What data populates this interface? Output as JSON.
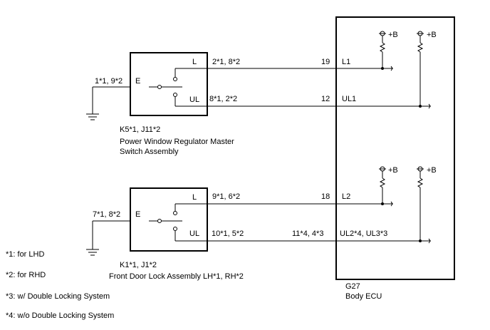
{
  "switch1": {
    "pin_l": "L",
    "pin_e": "E",
    "pin_ul": "UL",
    "wire_l": "2*1, 8*2",
    "wire_ul": "8*1, 2*2",
    "wire_e": "1*1, 9*2",
    "code": "K5*1, J11*2",
    "name_line1": "Power Window Regulator Master",
    "name_line2": "Switch Assembly"
  },
  "switch2": {
    "pin_l": "L",
    "pin_e": "E",
    "pin_ul": "UL",
    "wire_l": "9*1, 6*2",
    "wire_ul": "10*1, 5*2",
    "wire_e": "7*1, 8*2",
    "code": "K1*1, J1*2",
    "name_line1": "Front Door Lock Assembly LH*1, RH*2"
  },
  "ecu": {
    "pin_19": "19",
    "l1": "L1",
    "pin_12": "12",
    "ul1": "UL1",
    "pin_18": "18",
    "l2": "L2",
    "pin_11": "11*4, 4*3",
    "ul2": "UL2*4, UL3*3",
    "supply": "+B",
    "code": "G27",
    "name": "Body ECU"
  },
  "footnotes": [
    "*1: for LHD",
    "*2: for RHD",
    "*3: w/ Double Locking System",
    "*4: w/o Double Locking System"
  ]
}
